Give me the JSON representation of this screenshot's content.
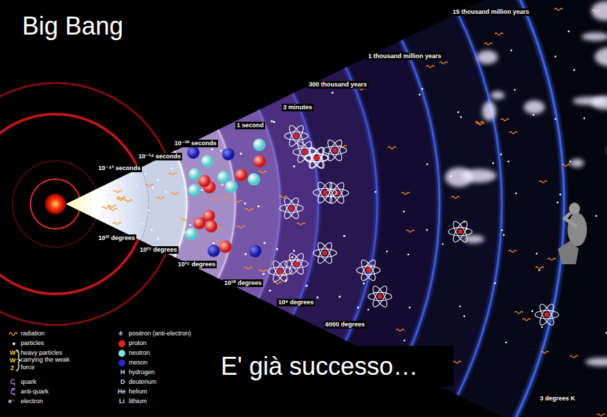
{
  "diagram": {
    "title": "Big Bang",
    "caption": "E' già successo…",
    "labels": [
      "10⁻⁴³ seconds",
      "10⁻³⁴ seconds",
      "10⁻¹⁰ seconds",
      "1 second",
      "3 minutes",
      "300 thousand years",
      "1 thousand million years",
      "15 thousand million years",
      "10³² degrees",
      "10²⁷ degrees",
      "10¹⁵ degrees",
      "10¹⁰ degrees",
      "10⁹ degrees",
      "6000 degrees",
      "3 degrees K",
      "W⁺",
      "W⁻",
      "Z",
      "e⁻",
      "ē",
      "H",
      "D",
      "He",
      "Li"
    ],
    "legend": [
      {
        "text": "radiation"
      },
      {
        "text": "particles"
      },
      {
        "text": "heavy particles carrying the weak force"
      },
      {
        "text": "quark"
      },
      {
        "text": "anti-quark"
      },
      {
        "text": "electron"
      },
      {
        "text": "positron (anti-electron)"
      },
      {
        "text": "proton",
        "color": "#e02020"
      },
      {
        "text": "neutron",
        "color": "#7fe0e0"
      },
      {
        "text": "meson",
        "color": "#2a2ad0"
      },
      {
        "text": "hydrogen"
      },
      {
        "text": "deuterium"
      },
      {
        "text": "helium"
      },
      {
        "text": "lithium"
      }
    ]
  }
}
